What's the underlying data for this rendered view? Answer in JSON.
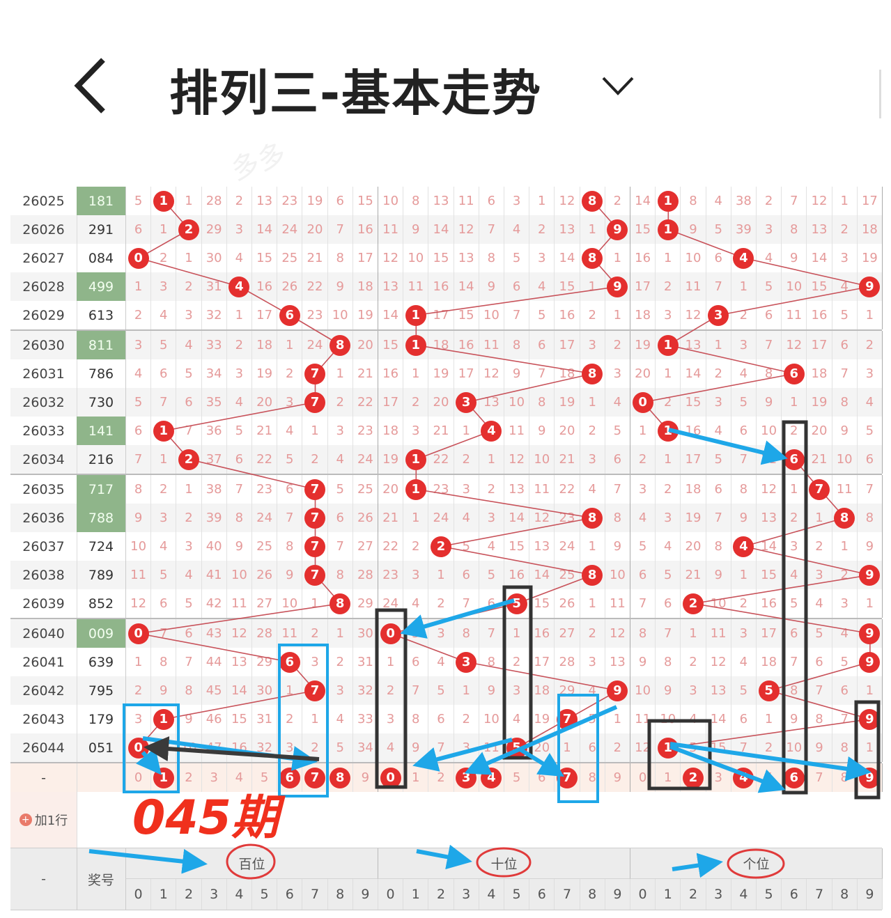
{
  "header": {
    "title": "排列三-基本走势",
    "back_icon": "chevron-left-icon",
    "dropdown_icon": "chevron-down-icon"
  },
  "watermark": "多多",
  "colors": {
    "hit": "#e42f2e",
    "highlight_number": "#8fb58a",
    "omission_text": "#e59a9a",
    "annotation_blue": "#1ea7e8",
    "annotation_black": "#333333",
    "stamp": "#f0301d"
  },
  "rows": [
    {
      "period": "26025",
      "number": "181",
      "highlight": true,
      "cells": [
        5,
        1,
        1,
        28,
        2,
        13,
        23,
        19,
        6,
        15,
        10,
        8,
        13,
        11,
        6,
        3,
        1,
        12,
        8,
        2,
        14,
        1,
        8,
        4,
        38,
        2,
        7,
        12,
        1,
        17
      ]
    },
    {
      "period": "26026",
      "number": "291",
      "highlight": false,
      "cells": [
        6,
        1,
        2,
        29,
        3,
        14,
        24,
        20,
        7,
        16,
        11,
        9,
        14,
        12,
        7,
        4,
        2,
        13,
        1,
        9,
        15,
        1,
        9,
        5,
        39,
        3,
        8,
        13,
        2,
        18
      ]
    },
    {
      "period": "26027",
      "number": "084",
      "highlight": false,
      "cells": [
        0,
        2,
        1,
        30,
        4,
        15,
        25,
        21,
        8,
        17,
        12,
        10,
        15,
        13,
        8,
        5,
        3,
        14,
        8,
        1,
        16,
        1,
        10,
        6,
        4,
        4,
        9,
        14,
        3,
        19
      ]
    },
    {
      "period": "26028",
      "number": "499",
      "highlight": true,
      "cells": [
        1,
        3,
        2,
        31,
        4,
        16,
        26,
        22,
        9,
        18,
        13,
        11,
        16,
        14,
        9,
        6,
        4,
        15,
        1,
        9,
        17,
        2,
        11,
        7,
        1,
        5,
        10,
        15,
        4,
        9
      ]
    },
    {
      "period": "26029",
      "number": "613",
      "highlight": false,
      "cells": [
        2,
        4,
        3,
        32,
        1,
        17,
        6,
        23,
        10,
        19,
        14,
        1,
        17,
        15,
        10,
        7,
        5,
        16,
        2,
        1,
        18,
        3,
        12,
        3,
        2,
        6,
        11,
        16,
        5,
        1
      ]
    },
    {
      "period": "26030",
      "number": "811",
      "highlight": true,
      "cells": [
        3,
        5,
        4,
        33,
        2,
        18,
        1,
        24,
        8,
        20,
        15,
        1,
        18,
        16,
        11,
        8,
        6,
        17,
        3,
        2,
        19,
        1,
        13,
        1,
        3,
        7,
        12,
        17,
        6,
        2
      ]
    },
    {
      "period": "26031",
      "number": "786",
      "highlight": false,
      "cells": [
        4,
        6,
        5,
        34,
        3,
        19,
        2,
        7,
        1,
        21,
        16,
        1,
        19,
        17,
        12,
        9,
        7,
        18,
        8,
        3,
        20,
        1,
        14,
        2,
        4,
        8,
        6,
        18,
        7,
        3
      ]
    },
    {
      "period": "26032",
      "number": "730",
      "highlight": false,
      "cells": [
        5,
        7,
        6,
        35,
        4,
        20,
        3,
        7,
        2,
        22,
        17,
        2,
        20,
        3,
        13,
        10,
        8,
        19,
        1,
        4,
        0,
        2,
        15,
        3,
        5,
        9,
        1,
        19,
        8,
        4
      ]
    },
    {
      "period": "26033",
      "number": "141",
      "highlight": true,
      "cells": [
        6,
        1,
        7,
        36,
        5,
        21,
        4,
        1,
        3,
        23,
        18,
        3,
        21,
        1,
        4,
        11,
        9,
        20,
        2,
        5,
        1,
        1,
        16,
        4,
        6,
        10,
        2,
        20,
        9,
        5
      ]
    },
    {
      "period": "26034",
      "number": "216",
      "highlight": false,
      "cells": [
        7,
        1,
        2,
        37,
        6,
        22,
        5,
        2,
        4,
        24,
        19,
        1,
        22,
        2,
        1,
        12,
        10,
        21,
        3,
        6,
        2,
        1,
        17,
        5,
        7,
        11,
        6,
        21,
        10,
        6
      ]
    },
    {
      "period": "26035",
      "number": "717",
      "highlight": true,
      "cells": [
        8,
        2,
        1,
        38,
        7,
        23,
        6,
        7,
        5,
        25,
        20,
        1,
        23,
        3,
        2,
        13,
        11,
        22,
        4,
        7,
        3,
        2,
        18,
        6,
        8,
        12,
        1,
        7,
        11,
        7
      ]
    },
    {
      "period": "26036",
      "number": "788",
      "highlight": true,
      "cells": [
        9,
        3,
        2,
        39,
        8,
        24,
        7,
        7,
        6,
        26,
        21,
        1,
        24,
        4,
        3,
        14,
        12,
        23,
        8,
        8,
        4,
        3,
        19,
        7,
        9,
        13,
        2,
        1,
        8,
        8
      ]
    },
    {
      "period": "26037",
      "number": "724",
      "highlight": false,
      "cells": [
        10,
        4,
        3,
        40,
        9,
        25,
        8,
        7,
        7,
        27,
        22,
        2,
        2,
        5,
        4,
        15,
        13,
        24,
        1,
        9,
        5,
        4,
        20,
        8,
        4,
        14,
        3,
        2,
        1,
        9
      ]
    },
    {
      "period": "26038",
      "number": "789",
      "highlight": false,
      "cells": [
        11,
        5,
        4,
        41,
        10,
        26,
        9,
        7,
        8,
        28,
        23,
        3,
        1,
        6,
        5,
        16,
        14,
        25,
        8,
        10,
        6,
        5,
        21,
        9,
        1,
        15,
        4,
        3,
        2,
        9
      ]
    },
    {
      "period": "26039",
      "number": "852",
      "highlight": false,
      "cells": [
        12,
        6,
        5,
        42,
        11,
        27,
        10,
        1,
        8,
        29,
        24,
        4,
        2,
        7,
        6,
        5,
        15,
        26,
        1,
        11,
        7,
        6,
        2,
        10,
        2,
        16,
        5,
        4,
        3,
        1
      ]
    },
    {
      "period": "26040",
      "number": "009",
      "highlight": true,
      "cells": [
        0,
        7,
        6,
        43,
        12,
        28,
        11,
        2,
        1,
        30,
        0,
        5,
        3,
        8,
        7,
        1,
        16,
        27,
        2,
        12,
        8,
        7,
        1,
        11,
        3,
        17,
        6,
        5,
        4,
        9
      ]
    },
    {
      "period": "26041",
      "number": "639",
      "highlight": false,
      "cells": [
        1,
        8,
        7,
        44,
        13,
        29,
        6,
        3,
        2,
        31,
        1,
        6,
        4,
        3,
        8,
        2,
        17,
        28,
        3,
        13,
        9,
        8,
        2,
        12,
        4,
        18,
        7,
        6,
        5,
        9
      ]
    },
    {
      "period": "26042",
      "number": "795",
      "highlight": false,
      "cells": [
        2,
        9,
        8,
        45,
        14,
        30,
        1,
        7,
        3,
        32,
        2,
        7,
        5,
        1,
        9,
        3,
        18,
        29,
        4,
        9,
        10,
        9,
        3,
        13,
        5,
        5,
        8,
        7,
        6,
        1
      ]
    },
    {
      "period": "26043",
      "number": "179",
      "highlight": false,
      "cells": [
        3,
        1,
        9,
        46,
        15,
        31,
        2,
        1,
        4,
        33,
        3,
        8,
        6,
        2,
        10,
        4,
        19,
        7,
        5,
        1,
        11,
        10,
        4,
        14,
        6,
        1,
        9,
        8,
        7,
        9
      ]
    },
    {
      "period": "26044",
      "number": "051",
      "highlight": false,
      "cells": [
        0,
        1,
        10,
        47,
        16,
        32,
        3,
        2,
        5,
        34,
        4,
        9,
        7,
        3,
        11,
        5,
        20,
        1,
        6,
        2,
        12,
        1,
        5,
        15,
        7,
        2,
        10,
        9,
        8,
        1
      ]
    }
  ],
  "prediction": {
    "period": "-",
    "digits": [
      "0",
      "1",
      "2",
      "3",
      "4",
      "5",
      "6",
      "7",
      "8",
      "9"
    ],
    "hits": [
      [
        1,
        6,
        7,
        8
      ],
      [
        0,
        3,
        4,
        7
      ],
      [
        2,
        4,
        6,
        9
      ]
    ]
  },
  "add_row": {
    "label": "加1行",
    "icon": "plus-circle-icon"
  },
  "footer": {
    "dash": "-",
    "prize_label": "奖号",
    "groups": [
      "百位",
      "十位",
      "个位"
    ],
    "digits": [
      "0",
      "1",
      "2",
      "3",
      "4",
      "5",
      "6",
      "7",
      "8",
      "9"
    ]
  },
  "stamp": "045期"
}
